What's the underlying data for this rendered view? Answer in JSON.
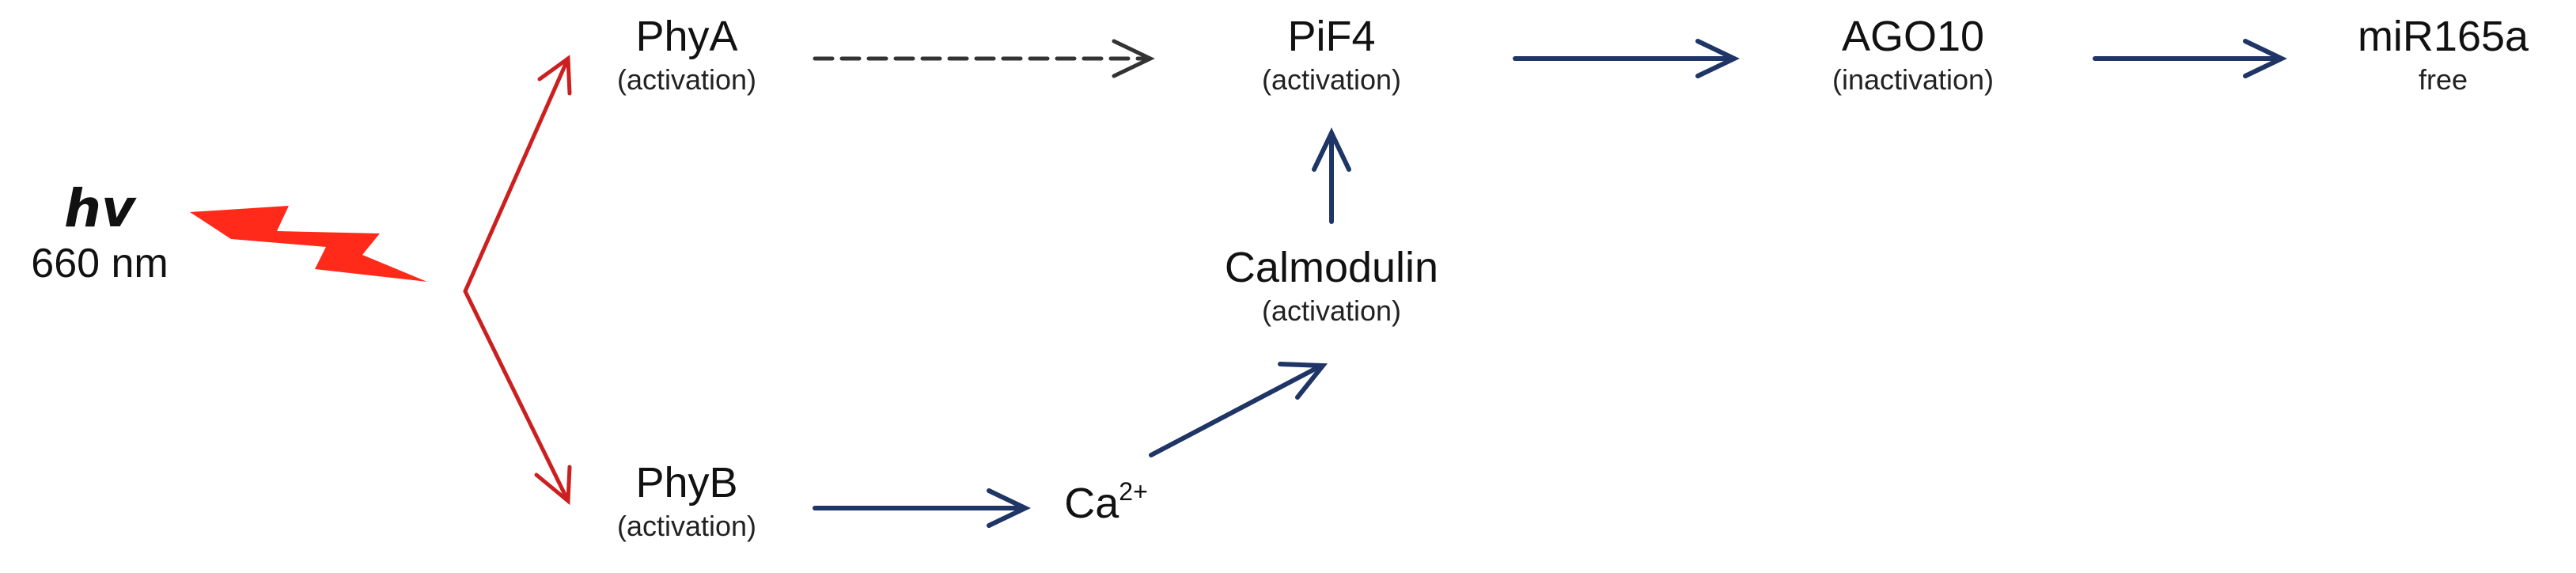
{
  "colors": {
    "light": "#ff2a1a",
    "red_arrow": "#cc1f1f",
    "navy_arrow": "#1f3566",
    "dashed_arrow": "#333333"
  },
  "light_source": {
    "symbol": "hv",
    "wavelength": "660 nm"
  },
  "nodes": {
    "phya": {
      "label": "PhyA",
      "state": "(activation)"
    },
    "phyb": {
      "label": "PhyB",
      "state": "(activation)"
    },
    "pif4": {
      "label": "PiF4",
      "state": "(activation)"
    },
    "calmodulin": {
      "label": "Calmodulin",
      "state": "(activation)"
    },
    "calcium": {
      "base": "Ca",
      "charge": "2+"
    },
    "ago10": {
      "label": "AGO10",
      "state": "(inactivation)"
    },
    "mir165a": {
      "label": "miR165a",
      "state": "free"
    }
  }
}
